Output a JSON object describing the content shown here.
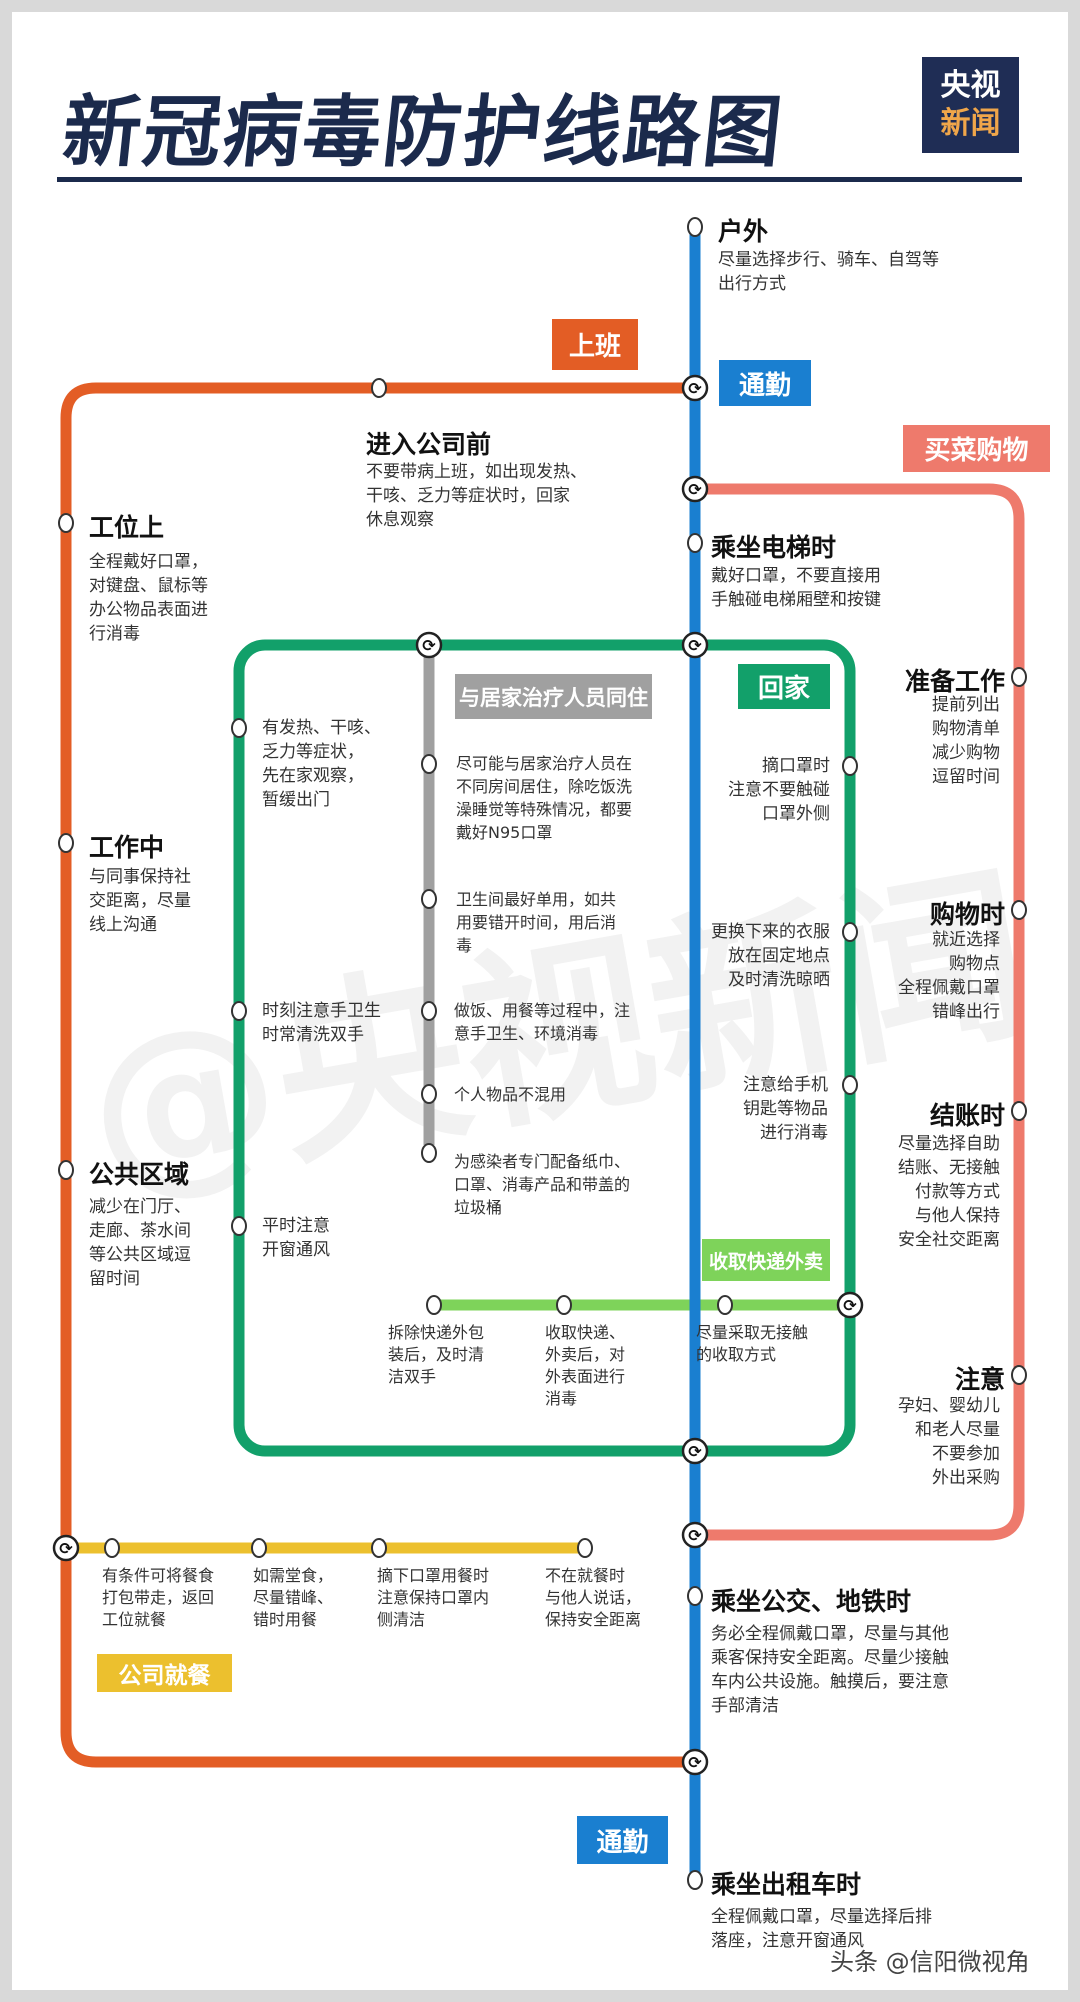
{
  "header": {
    "title": "新冠病毒防护线路图",
    "logo_top": "央视",
    "logo_bottom": "新闻"
  },
  "watermark": "@央视新闻",
  "footer": "头条 @信阳微视角",
  "colors": {
    "commute": "#1a7fd0",
    "work": "#e35d25",
    "shopping": "#ee7a6c",
    "home": "#12a06a",
    "cohabit": "#a0a0a0",
    "delivery": "#7ed35a",
    "dining": "#ecc02e",
    "title": "#1b2a4c"
  },
  "lines": {
    "work": "上班",
    "commute_top": "通勤",
    "commute_bottom": "通勤",
    "shopping": "买菜购物",
    "home": "回家",
    "cohabit": "与居家治疗人员同住",
    "delivery": "收取快递外卖",
    "dining": "公司就餐"
  },
  "commute": [
    {
      "label": "户外",
      "desc": "尽量选择步行、骑车、自驾等\n出行方式"
    },
    {
      "label": "乘坐电梯时",
      "desc": "戴好口罩，不要直接用\n手触碰电梯厢壁和按键"
    },
    {
      "label": "乘坐公交、地铁时",
      "desc": "务必全程佩戴口罩，尽量与其他\n乘客保持安全距离。尽量少接触\n车内公共设施。触摸后，要注意\n手部清洁"
    },
    {
      "label": "乘坐出租车时",
      "desc": "全程佩戴口罩，尽量选择后排\n落座，注意开窗通风"
    }
  ],
  "work": [
    {
      "label": "进入公司前",
      "desc": "不要带病上班，如出现发热、\n干咳、乏力等症状时，回家\n休息观察"
    },
    {
      "label": "工位上",
      "desc": "全程戴好口罩，\n对键盘、鼠标等\n办公物品表面进\n行消毒"
    },
    {
      "label": "工作中",
      "desc": "与同事保持社\n交距离，尽量\n线上沟通"
    },
    {
      "label": "公共区域",
      "desc": "减少在门厅、\n走廊、茶水间\n等公共区域逗\n留时间"
    }
  ],
  "shopping": [
    {
      "label": "准备工作",
      "desc": "提前列出\n购物清单\n减少购物\n逗留时间"
    },
    {
      "label": "购物时",
      "desc": "就近选择\n购物点\n全程佩戴口罩\n错峰出行"
    },
    {
      "label": "结账时",
      "desc": "尽量选择自助\n结账、无接触\n付款等方式\n与他人保持\n安全社交距离"
    },
    {
      "label": "注意",
      "desc": "孕妇、婴幼儿\n和老人尽量\n不要参加\n外出采购"
    }
  ],
  "home_left": [
    "有发热、干咳、\n乏力等症状，\n先在家观察，\n暂缓出门",
    "时刻注意手卫生\n时常清洗双手",
    "平时注意\n开窗通风"
  ],
  "home_right": [
    "摘口罩时\n注意不要触碰\n口罩外侧",
    "更换下来的衣服\n放在固定地点\n及时清洗晾晒",
    "注意给手机\n钥匙等物品\n进行消毒"
  ],
  "cohabit": [
    "尽可能与居家治疗人员在\n不同房间居住，除吃饭洗\n澡睡觉等特殊情况，都要\n戴好N95口罩",
    "卫生间最好单用，如共\n用要错开时间，用后消\n毒",
    "做饭、用餐等过程中，注\n意手卫生、环境消毒",
    "个人物品不混用",
    "为感染者专门配备纸巾、\n口罩、消毒产品和带盖的\n垃圾桶"
  ],
  "delivery": [
    "拆除快递外包\n装后，及时清\n洁双手",
    "收取快递、\n外卖后，对\n外表面进行\n消毒",
    "尽量采取无接触\n的收取方式"
  ],
  "dining": [
    "有条件可将餐食\n打包带走，返回\n工位就餐",
    "如需堂食，\n尽量错峰、\n错时用餐",
    "摘下口罩用餐时\n注意保持口罩内\n侧清洁",
    "不在就餐时\n与他人说话，\n保持安全距离"
  ]
}
